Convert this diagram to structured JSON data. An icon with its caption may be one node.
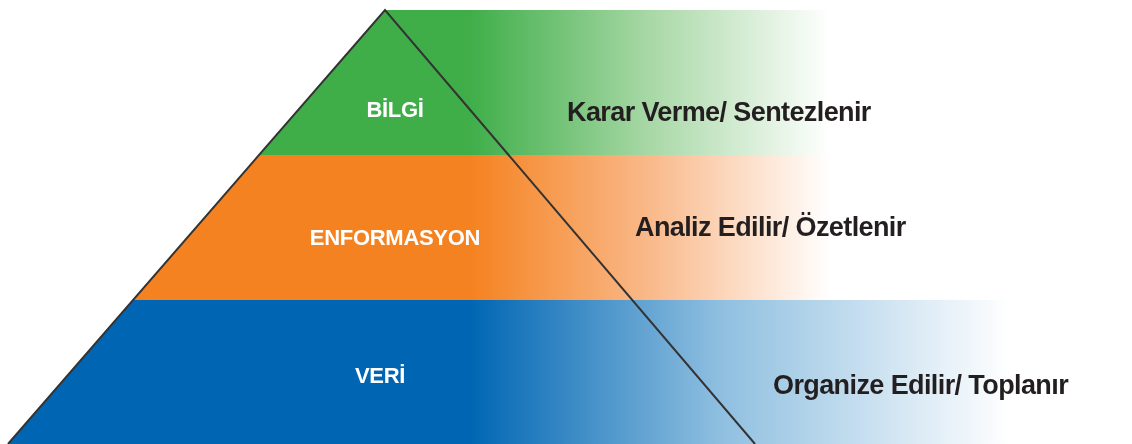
{
  "diagram": {
    "nodes": [
      {
        "text": [
          "BİLGİ",
          "Karar Verme/ Sentezlenir"
        ]
      },
      {
        "text": [
          "ENFORMASYON",
          "Analiz Edilir/ Özetlenir"
        ]
      },
      {
        "text": [
          "VERİ",
          "Organize Edilir/ Toplanır"
        ]
      }
    ]
  }
}
